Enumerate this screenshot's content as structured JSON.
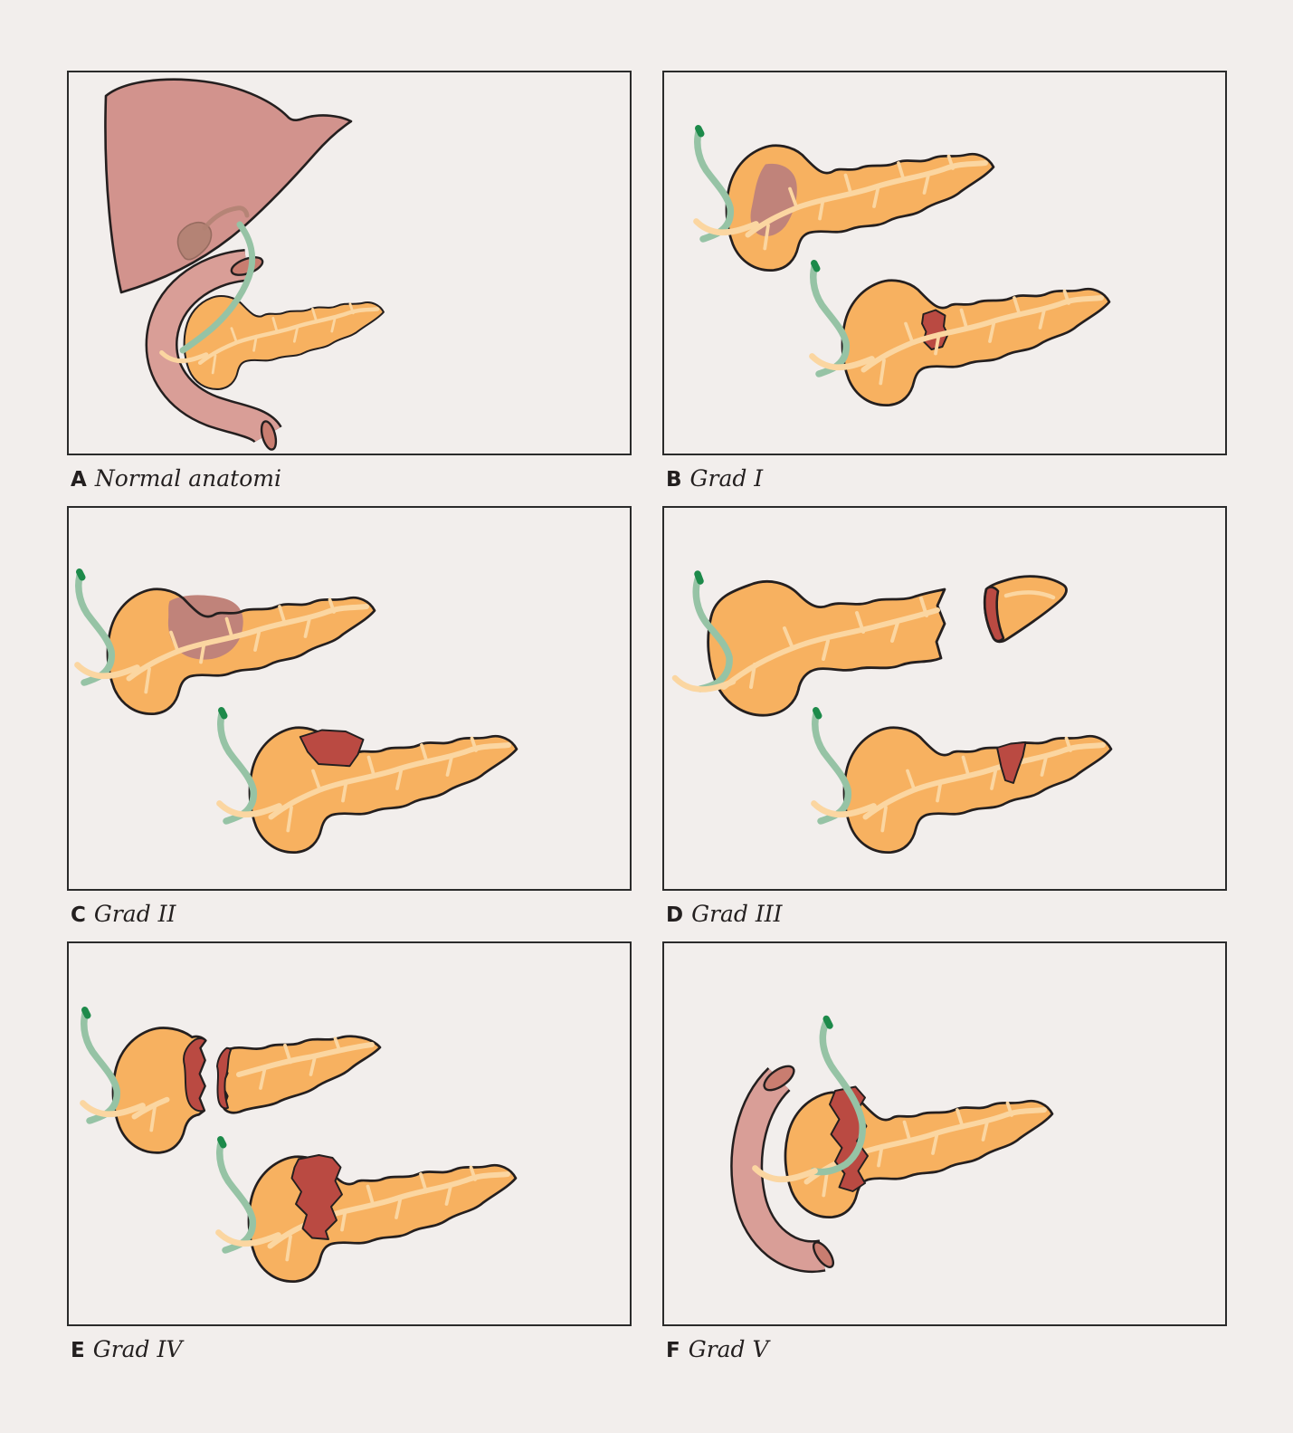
{
  "figure": {
    "type": "medical-illustration",
    "subject": "pancreas-injury-grading",
    "panels_count": 6
  },
  "panels": [
    {
      "letter": "A",
      "caption": "Normal anatomi",
      "depicts": [
        "liver",
        "gallbladder",
        "bile-duct",
        "duodenum",
        "pancreas"
      ]
    },
    {
      "letter": "B",
      "caption": "Grad I",
      "depicts": [
        "pancreas-with-hematoma",
        "pancreas-with-minor-laceration"
      ]
    },
    {
      "letter": "C",
      "caption": "Grad II",
      "depicts": [
        "pancreas-with-large-hematoma",
        "pancreas-with-major-laceration"
      ]
    },
    {
      "letter": "D",
      "caption": "Grad III",
      "depicts": [
        "pancreas-distal-transection",
        "pancreas-laceration-with-duct-injury"
      ]
    },
    {
      "letter": "E",
      "caption": "Grad IV",
      "depicts": [
        "pancreas-proximal-transection",
        "pancreas-head-laceration"
      ]
    },
    {
      "letter": "F",
      "caption": "Grad V",
      "depicts": [
        "pancreas-head-massive-disruption",
        "duodenum",
        "bile-duct"
      ]
    }
  ],
  "colors": {
    "background": "#f2eeec",
    "panel_border": "#2b2b2b",
    "pancreas": "#f7b160",
    "pancreas_duct": "#fbd6a1",
    "bile_duct": "#96c3a5",
    "bile_duct_tip": "#1d8a4a",
    "liver": "#d2938d",
    "gallbladder": "#b08172",
    "duodenum": "#d99e97",
    "duodenum_lumen": "#c97d70",
    "hematoma": "#c0837a",
    "laceration": "#ba4a42",
    "outline": "#241f1f"
  }
}
